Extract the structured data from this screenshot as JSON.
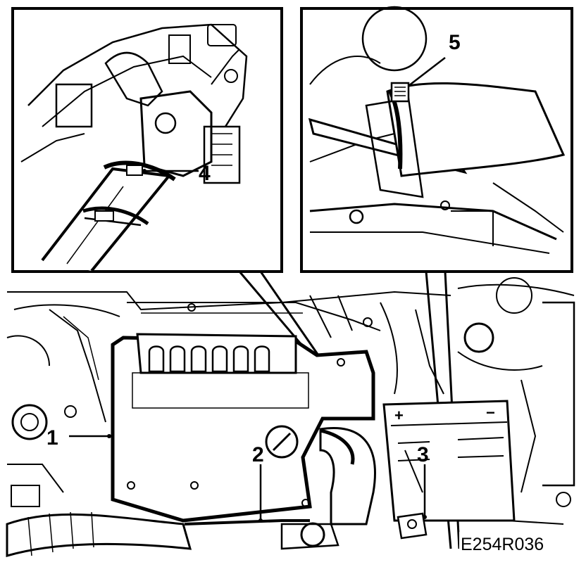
{
  "callouts": {
    "c1": "1",
    "c2": "2",
    "c3": "3",
    "c4": "4",
    "c5": "5"
  },
  "figure_code": "E254R036",
  "battery": {
    "plus": "+",
    "minus": "−"
  }
}
